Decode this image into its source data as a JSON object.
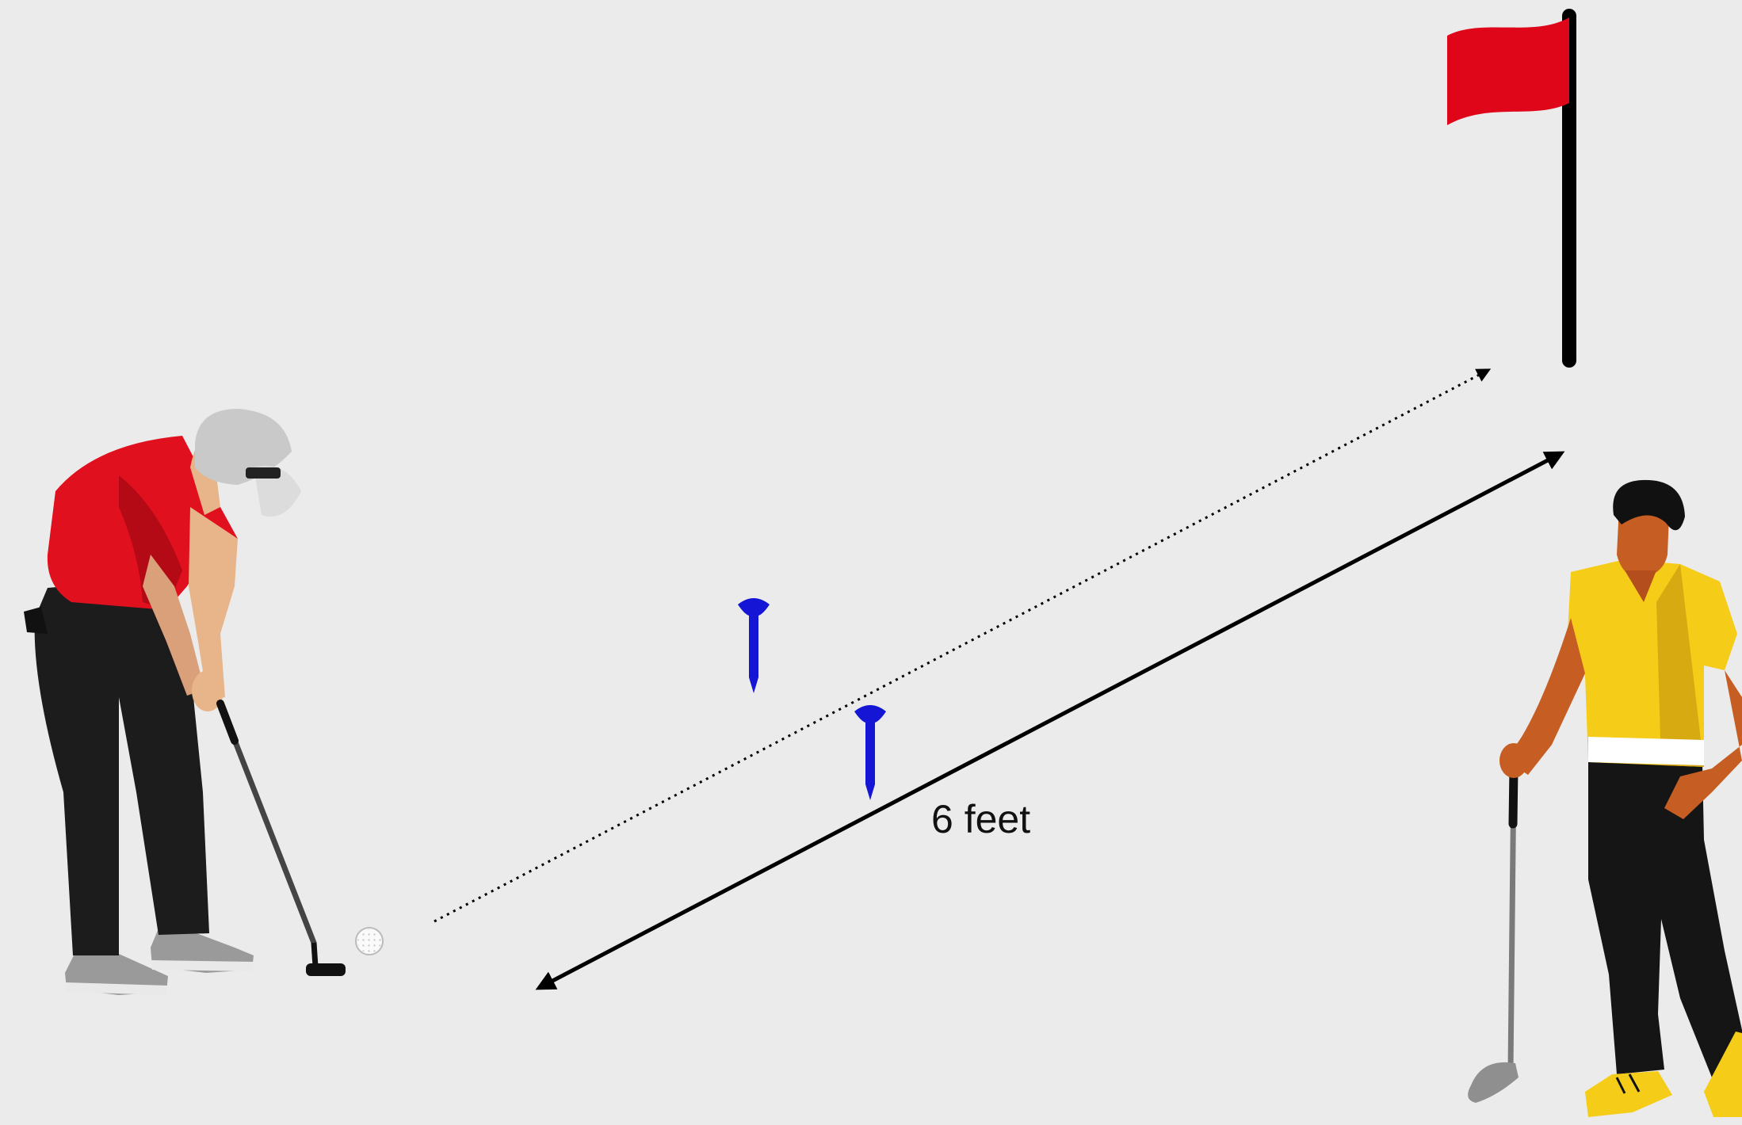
{
  "diagram": {
    "distance_label": "6 feet",
    "background_color": "#ebebeb",
    "flag_color": "#e0061a",
    "tee_color": "#1515d6",
    "putter_shirt_color": "#e0101e",
    "observer_shirt_color": "#f5cc18",
    "elements": [
      "golfer-putting",
      "golf-ball",
      "dotted-aim-line",
      "distance-arrow",
      "tee-marker",
      "tee-marker",
      "flag-pin",
      "golfer-standing-with-iron"
    ]
  }
}
